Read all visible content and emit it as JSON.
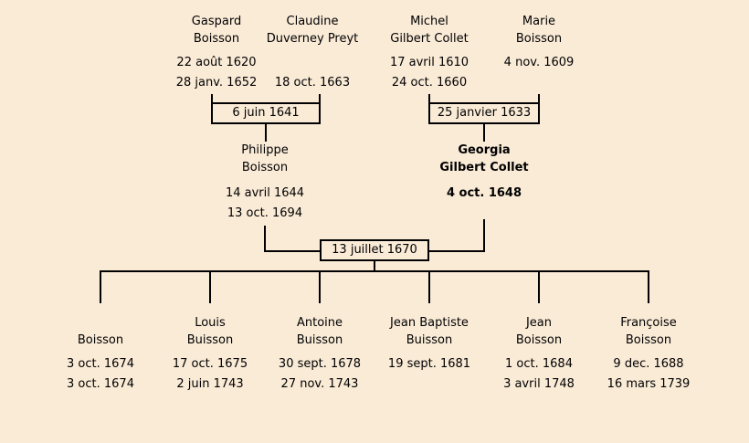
{
  "colors": {
    "background": "#faebd7",
    "text": "#000000",
    "line": "#000000"
  },
  "generation1": [
    {
      "given": "Gaspard",
      "surname": "Boisson",
      "birth": "22 août 1620",
      "death": "28 janv. 1652"
    },
    {
      "given": "Claudine",
      "surname": "Duverney Preyt",
      "birth": "",
      "death": "18 oct. 1663"
    },
    {
      "given": "Michel",
      "surname": "Gilbert Collet",
      "birth": "17 avril 1610",
      "death": "24 oct. 1660"
    },
    {
      "given": "Marie",
      "surname": "Boisson",
      "birth": "4 nov. 1609",
      "death": ""
    }
  ],
  "generation2": [
    {
      "given": "Philippe",
      "surname": "Boisson",
      "birth": "14 avril 1644",
      "death": "13 oct. 1694",
      "highlight": false
    },
    {
      "given": "Georgia",
      "surname": "Gilbert Collet",
      "birth": "4 oct. 1648",
      "death": "",
      "highlight": true
    }
  ],
  "generation3": [
    {
      "given": "",
      "surname": "Boisson",
      "birth": "3 oct. 1674",
      "death": "3 oct. 1674"
    },
    {
      "given": "Louis",
      "surname": "Buisson",
      "birth": "17 oct. 1675",
      "death": "2 juin 1743"
    },
    {
      "given": "Antoine",
      "surname": "Buisson",
      "birth": "30 sept. 1678",
      "death": "27 nov. 1743"
    },
    {
      "given": "Jean Baptiste",
      "surname": "Buisson",
      "birth": "19 sept. 1681",
      "death": ""
    },
    {
      "given": "Jean",
      "surname": "Boisson",
      "birth": "1 oct. 1684",
      "death": "3 avril 1748"
    },
    {
      "given": "Françoise",
      "surname": "Boisson",
      "birth": "9 dec. 1688",
      "death": "16 mars 1739"
    }
  ],
  "marriages": [
    "6 juin 1641",
    "25 janvier 1633",
    "13 juillet 1670"
  ]
}
